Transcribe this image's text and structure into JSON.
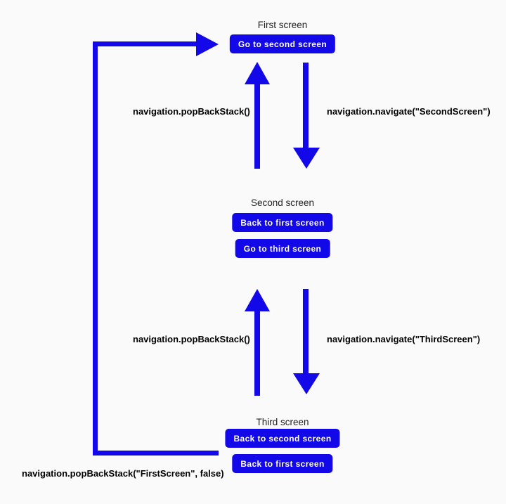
{
  "diagram": {
    "screens": [
      {
        "title": "First screen",
        "buttons": [
          "Go to second screen"
        ]
      },
      {
        "title": "Second screen",
        "buttons": [
          "Back to first screen",
          "Go to third screen"
        ]
      },
      {
        "title": "Third screen",
        "buttons": [
          "Back to second screen",
          "Back to first screen"
        ]
      }
    ],
    "code_labels": {
      "pop_back_top": "navigation.popBackStack()",
      "navigate_second": "navigation.navigate(\"SecondScreen\")",
      "pop_back_mid": "navigation.popBackStack()",
      "navigate_third": "navigation.navigate(\"ThirdScreen\")",
      "pop_back_to_first": "navigation.popBackStack(\"FirstScreen\", false)"
    },
    "icons": {
      "up_arrow": "up-arrow-icon",
      "down_arrow": "down-arrow-icon",
      "loop_arrow": "loop-arrow-icon"
    },
    "colors": {
      "accent_blue": "#1208E8",
      "background": "#FAFAFA",
      "button_text": "#FFFFFF",
      "label_text": "#1F1F1F",
      "code_text": "#000000"
    }
  }
}
